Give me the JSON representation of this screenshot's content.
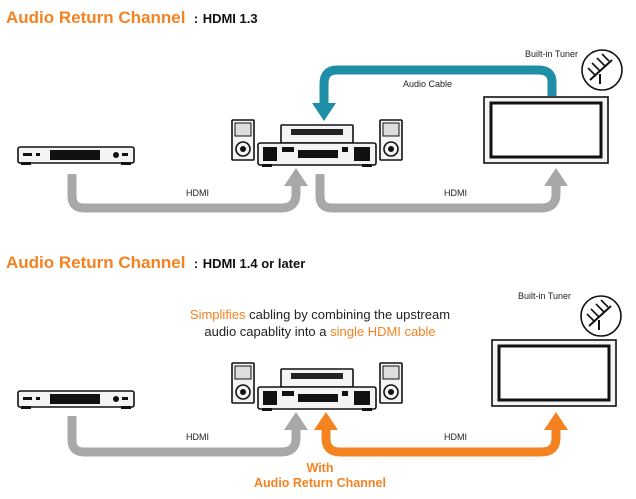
{
  "section1": {
    "title": "Audio Return Channel",
    "separator": ":",
    "version": "HDMI 1.3",
    "tuner_label": "Built-in Tuner",
    "audio_cable_label": "Audio Cable",
    "hdmi_left_label": "HDMI",
    "hdmi_right_label": "HDMI"
  },
  "section2": {
    "title": "Audio Return Channel",
    "separator": ":",
    "version": "HDMI 1.4 or later",
    "tuner_label": "Built-in Tuner",
    "note": {
      "part1": "Simplifies",
      "part2": " cabling by combining the upstream",
      "part3": "audio capablity into a ",
      "part4": "single HDMI cable"
    },
    "hdmi_left_label": "HDMI",
    "hdmi_right_label": "HDMI",
    "arc_line1": "With",
    "arc_line2": "Audio Return Channel"
  },
  "colors": {
    "accent_orange": "#f58220",
    "audio_cable_teal": "#1f8ea7",
    "hdmi_gray": "#a8a8a8"
  }
}
